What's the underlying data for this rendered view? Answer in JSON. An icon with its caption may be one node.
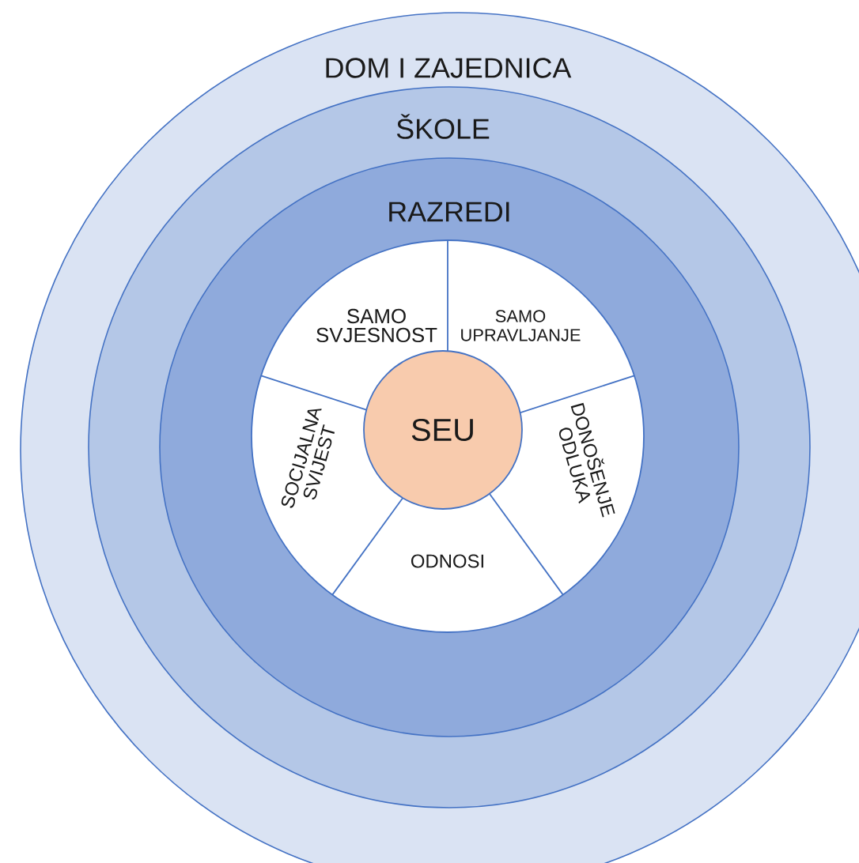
{
  "diagram": {
    "nodes": [
      {
        "text": [
          "DOM I ZAJEDNICA"
        ]
      },
      {
        "text": [
          "ŠKOLE"
        ],
        "in": 0
      },
      {
        "text": [
          "RAZREDI"
        ],
        "in": 1
      },
      {
        "text": [
          "SEU"
        ],
        "in": 2
      },
      {
        "text": [
          "SAMO SVJESNOST"
        ],
        "in": 2
      },
      {
        "text": [
          "SAMO UPRAVLJANJE"
        ],
        "in": 2
      },
      {
        "text": [
          "DONOŠENJE ODLUKA"
        ],
        "in": 2
      },
      {
        "text": [
          "ODNOSI"
        ],
        "in": 2
      },
      {
        "text": [
          "SOCIJALNA SVIJEST"
        ],
        "in": 2
      }
    ]
  }
}
